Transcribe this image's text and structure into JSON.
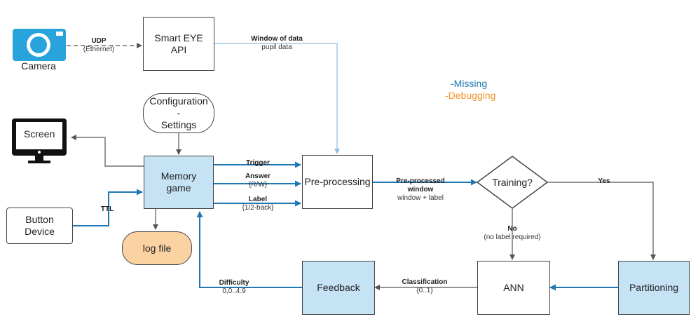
{
  "nodes": {
    "camera": "Camera",
    "smart_eye": "Smart EYE\nAPI",
    "configuration": "Configuration\n-\nSettings",
    "screen": "Screen",
    "memory_game": "Memory\ngame",
    "button_device": "Button\nDevice",
    "log_file": "log file",
    "preprocessing": "Pre-processing",
    "training": "Training?",
    "ann": "ANN",
    "partitioning": "Partitioning",
    "feedback": "Feedback"
  },
  "edges": {
    "udp": {
      "title": "UDP",
      "sub": "(Ethernet)"
    },
    "window_of_data": {
      "title": "Window of data",
      "sub": "pupil data"
    },
    "trigger": {
      "title": "Trigger",
      "sub": ""
    },
    "answer": {
      "title": "Answer",
      "sub": "{R/W}"
    },
    "label": {
      "title": "Label",
      "sub": "{1/2-back}"
    },
    "ttl": {
      "title": "TTL",
      "sub": ""
    },
    "preprocessed": {
      "title": "Pre-processed\nwindow",
      "sub": "window + label"
    },
    "yes": {
      "title": "Yes",
      "sub": ""
    },
    "no": {
      "title": "No",
      "sub": "(no label required)"
    },
    "classification": {
      "title": "Classification",
      "sub": "{0..1}"
    },
    "difficulty": {
      "title": "Difficulty",
      "sub": "0,0..4.9"
    }
  },
  "legend": {
    "missing": "-Missing",
    "debugging": "-Debugging"
  },
  "colors": {
    "blue_arrow": "#1f77b4",
    "light_blue_arrow": "#8ec0e8",
    "gray_arrow": "#555555",
    "node_fill_blue": "#c6e2f5",
    "log_fill": "#fbd3a2",
    "missing_text": "#1f77b4",
    "debugging_text": "#f0922b",
    "camera_blue": "#29a3dc"
  }
}
